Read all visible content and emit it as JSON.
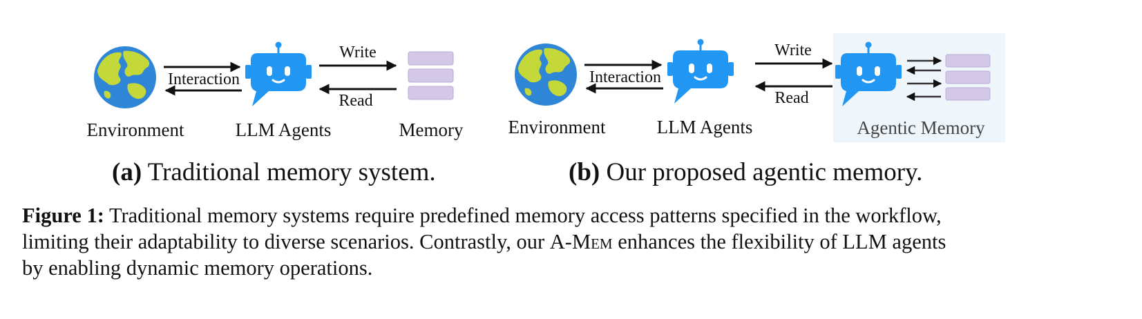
{
  "panel_a": {
    "environment_label": "Environment",
    "interaction_label": "Interaction",
    "agents_label": "LLM Agents",
    "write_label": "Write",
    "read_label": "Read",
    "memory_label": "Memory",
    "subcaption_tag": "(a)",
    "subcaption_text": " Traditional memory system."
  },
  "panel_b": {
    "environment_label": "Environment",
    "interaction_label": "Interaction",
    "agents_label": "LLM Agents",
    "write_label": "Write",
    "read_label": "Read",
    "memory_label": "Agentic Memory",
    "subcaption_tag": "(b)",
    "subcaption_text": " Our proposed agentic memory."
  },
  "caption": {
    "label": "Figure 1:",
    "line1": " Traditional memory systems require predefined memory access patterns specified in the workflow,",
    "line2_before": "limiting their adaptability to diverse scenarios. Contrastly, our ",
    "method_name": "A-Mem",
    "line2_after": " enhances the flexibility of LLM agents",
    "line3": "by enabling dynamic memory operations."
  },
  "colors": {
    "globe_ocean": "#2f86d6",
    "globe_land": "#c5d83a",
    "robot": "#2196f3",
    "memory_block": "#d3c8e8",
    "agentic_panel": "#eef6fc"
  }
}
